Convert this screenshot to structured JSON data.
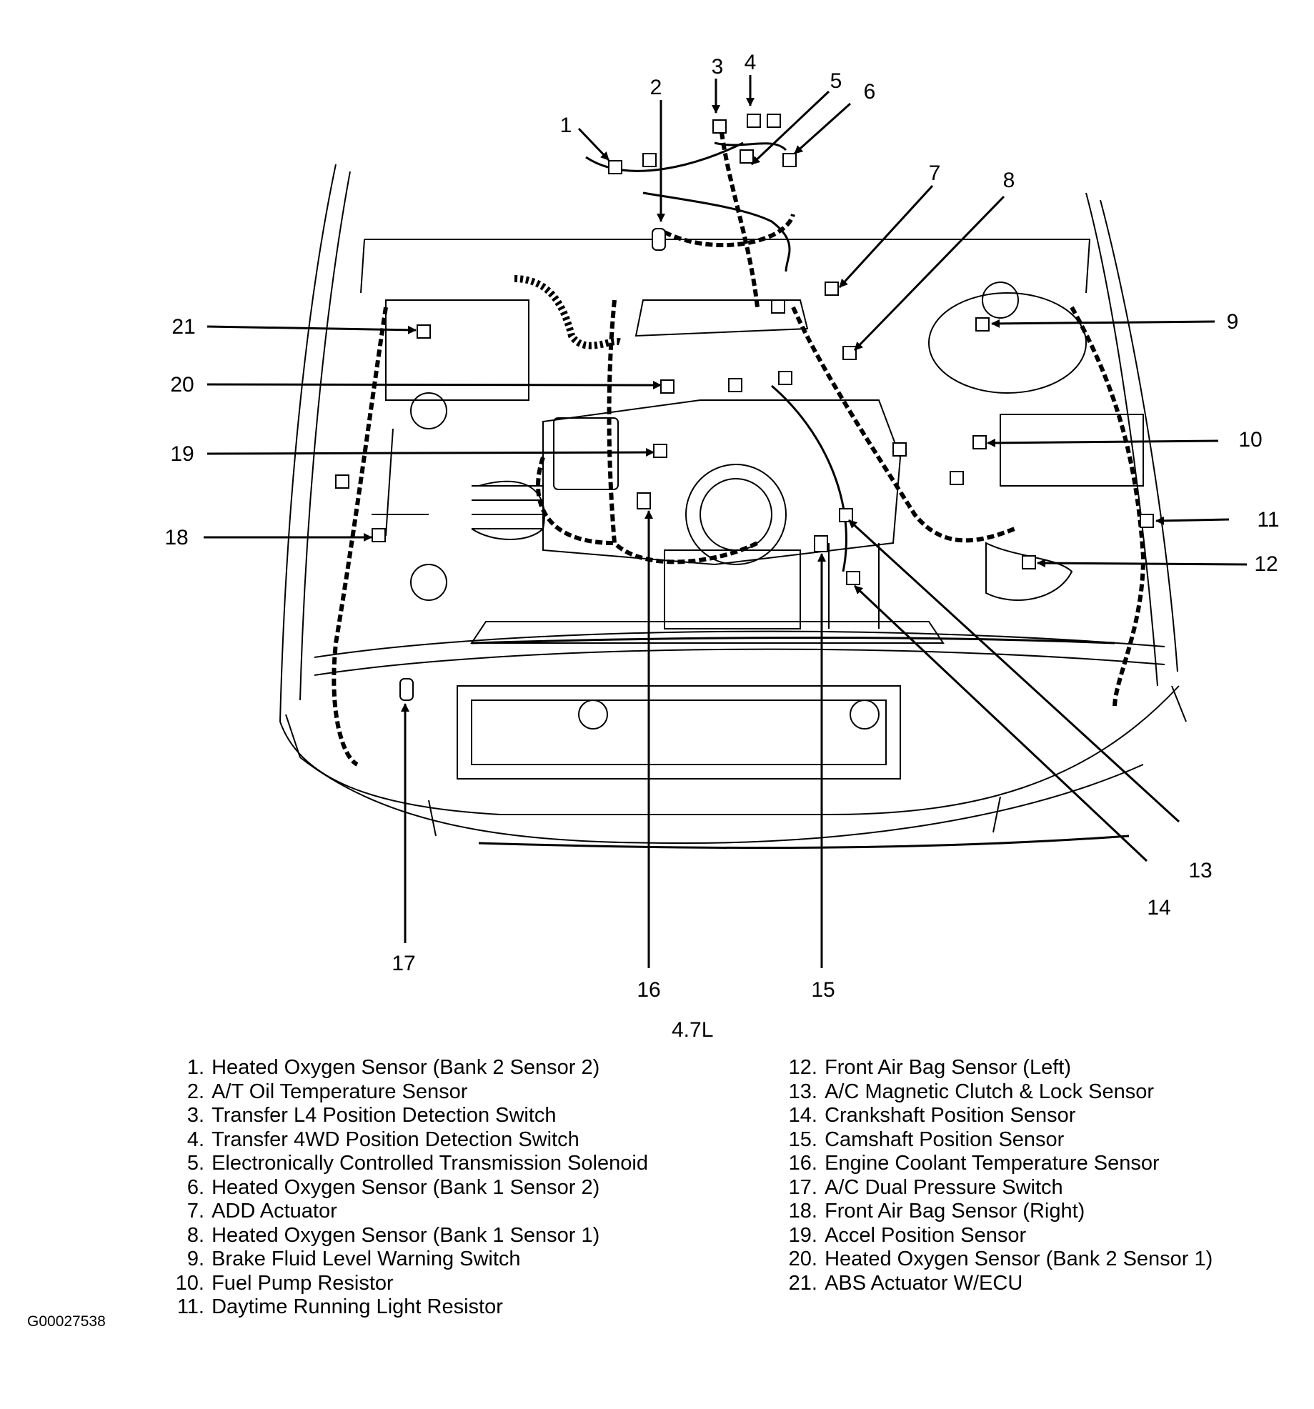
{
  "diagram": {
    "variant_label": "4.7L",
    "figure_code": "G00027538"
  },
  "callouts": [
    "1",
    "2",
    "3",
    "4",
    "5",
    "6",
    "7",
    "8",
    "9",
    "10",
    "11",
    "12",
    "13",
    "14",
    "15",
    "16",
    "17",
    "18",
    "19",
    "20",
    "21"
  ],
  "legend": [
    {
      "num": "1.",
      "text": "Heated Oxygen Sensor (Bank 2 Sensor 2)"
    },
    {
      "num": "2.",
      "text": "A/T Oil Temperature Sensor"
    },
    {
      "num": "3.",
      "text": "Transfer L4 Position Detection Switch"
    },
    {
      "num": "4.",
      "text": "Transfer 4WD Position Detection Switch"
    },
    {
      "num": "5.",
      "text": "Electronically Controlled Transmission Solenoid"
    },
    {
      "num": "6.",
      "text": "Heated Oxygen Sensor (Bank 1 Sensor 2)"
    },
    {
      "num": "7.",
      "text": "ADD Actuator"
    },
    {
      "num": "8.",
      "text": "Heated Oxygen Sensor (Bank 1 Sensor 1)"
    },
    {
      "num": "9.",
      "text": "Brake Fluid Level Warning Switch"
    },
    {
      "num": "10.",
      "text": "Fuel Pump Resistor"
    },
    {
      "num": "11.",
      "text": "Daytime Running Light Resistor"
    },
    {
      "num": "12.",
      "text": "Front Air Bag Sensor (Left)"
    },
    {
      "num": "13.",
      "text": "A/C Magnetic Clutch & Lock Sensor"
    },
    {
      "num": "14.",
      "text": "Crankshaft Position Sensor"
    },
    {
      "num": "15.",
      "text": "Camshaft Position Sensor"
    },
    {
      "num": "16.",
      "text": "Engine Coolant Temperature Sensor"
    },
    {
      "num": "17.",
      "text": "A/C Dual Pressure Switch"
    },
    {
      "num": "18.",
      "text": "Front Air Bag Sensor (Right)"
    },
    {
      "num": "19.",
      "text": "Accel Position Sensor"
    },
    {
      "num": "20.",
      "text": "Heated Oxygen Sensor (Bank 2 Sensor 1)"
    },
    {
      "num": "21.",
      "text": "ABS Actuator W/ECU"
    }
  ]
}
